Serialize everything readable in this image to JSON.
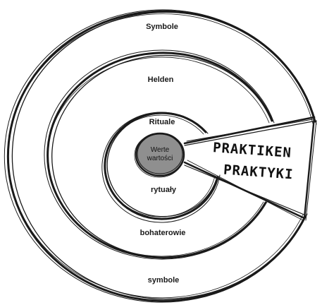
{
  "layers": {
    "outer": {
      "top_label": "Symbole",
      "bottom_label": "symbole"
    },
    "second": {
      "top_label": "Helden",
      "bottom_label": "bohaterowie"
    },
    "third": {
      "top_label": "Rituale",
      "bottom_label": "rytuały"
    },
    "core": {
      "line1": "Werte",
      "line2": "wartości",
      "fill": "#8f8f8f"
    }
  },
  "practices": {
    "line1": "PRAKTIKEN",
    "line2": "PRAKTYKI"
  },
  "colors": {
    "ink": "#111111",
    "core_fill": "#8f8f8f",
    "background": "#ffffff"
  }
}
